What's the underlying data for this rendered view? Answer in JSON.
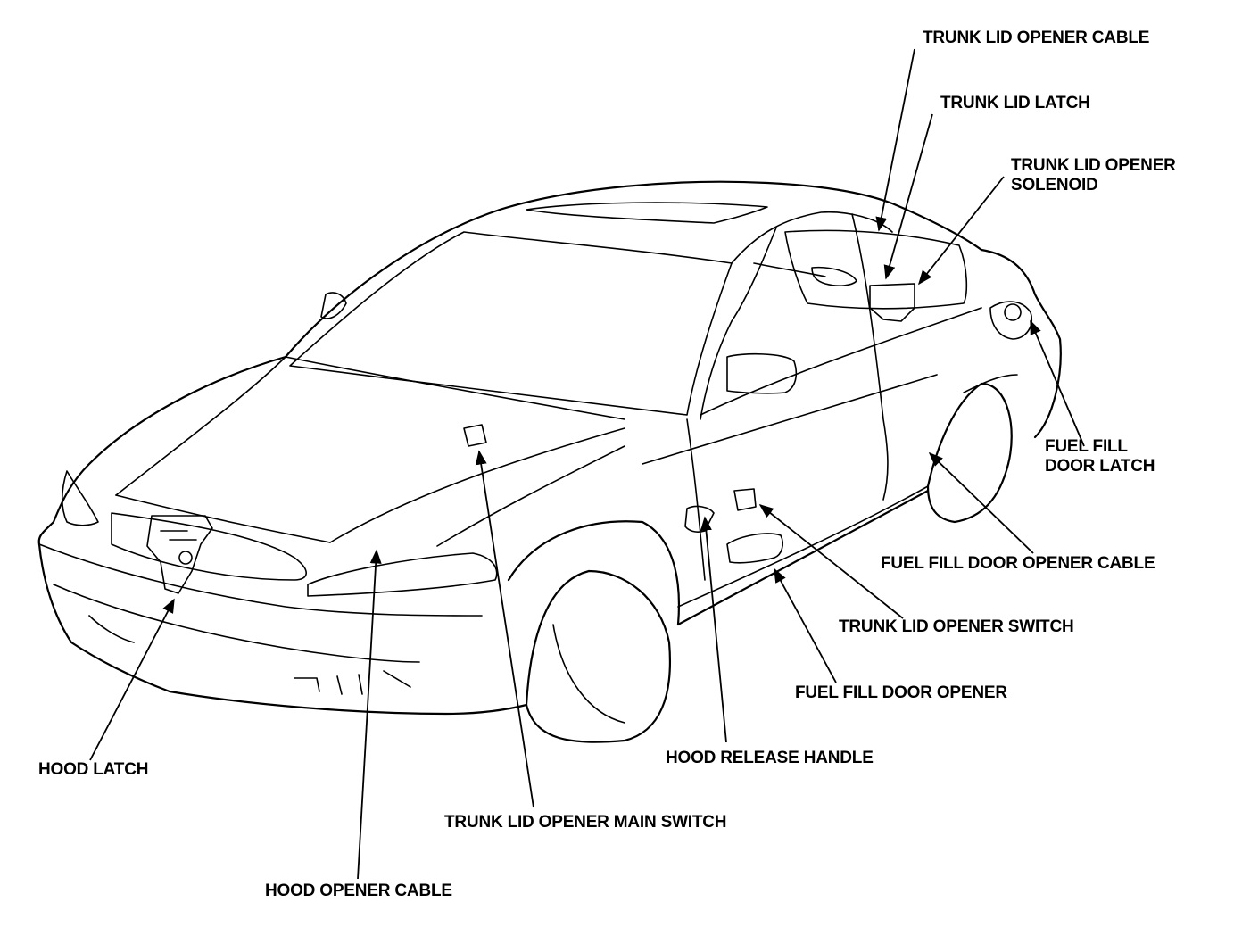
{
  "labels": {
    "trunk_lid_opener_cable": "TRUNK LID OPENER CABLE",
    "trunk_lid_latch": "TRUNK LID LATCH",
    "trunk_lid_opener_solenoid_line1": "TRUNK LID OPENER",
    "trunk_lid_opener_solenoid_line2": "SOLENOID",
    "fuel_fill_door_latch_line1": "FUEL FILL",
    "fuel_fill_door_latch_line2": "DOOR LATCH",
    "fuel_fill_door_opener_cable": "FUEL FILL DOOR OPENER CABLE",
    "trunk_lid_opener_switch": "TRUNK LID OPENER SWITCH",
    "fuel_fill_door_opener": "FUEL FILL DOOR OPENER",
    "hood_release_handle": "HOOD RELEASE HANDLE",
    "trunk_lid_opener_main_switch": "TRUNK LID OPENER MAIN SWITCH",
    "hood_latch": "HOOD LATCH",
    "hood_opener_cable": "HOOD OPENER CABLE"
  }
}
